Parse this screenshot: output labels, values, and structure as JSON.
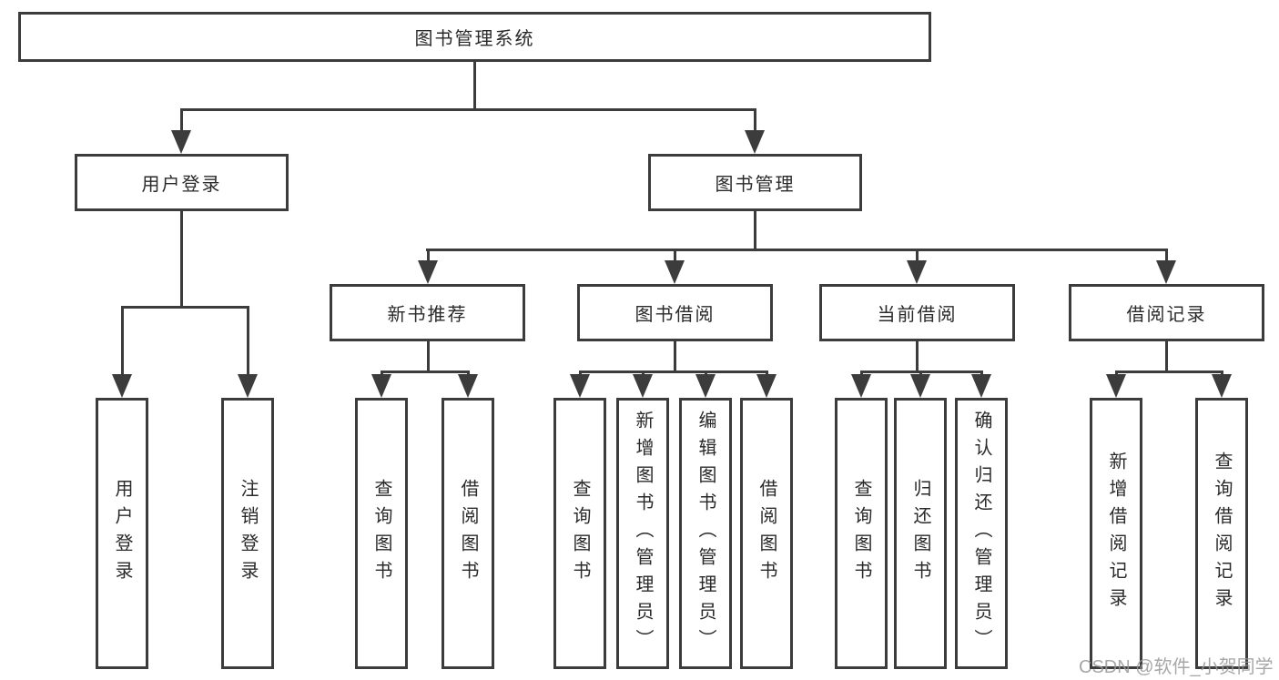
{
  "diagram": {
    "root": "图书管理系统",
    "level2": {
      "user_login": "用户登录",
      "book_management": "图书管理"
    },
    "level3": {
      "new_book_recommend": "新书推荐",
      "book_borrowing": "图书借阅",
      "current_borrowing": "当前借阅",
      "borrowing_records": "借阅记录"
    },
    "leaves": {
      "user_login": [
        "用户登录",
        "注销登录"
      ],
      "new_book_recommend": [
        "查询图书",
        "借阅图书"
      ],
      "book_borrowing": [
        "查询图书",
        "新增图书（管理员）",
        "编辑图书（管理员）",
        "借阅图书"
      ],
      "current_borrowing": [
        "查询图书",
        "归还图书",
        "确认归还（管理员）"
      ],
      "borrowing_records": [
        "新增借阅记录",
        "查询借阅记录"
      ]
    }
  },
  "watermark": "CSDN @软件_小贺同学",
  "colors": {
    "line": "#3c3c3c",
    "text": "#2a2a2a",
    "watermark": "#989898",
    "background": "#ffffff"
  }
}
